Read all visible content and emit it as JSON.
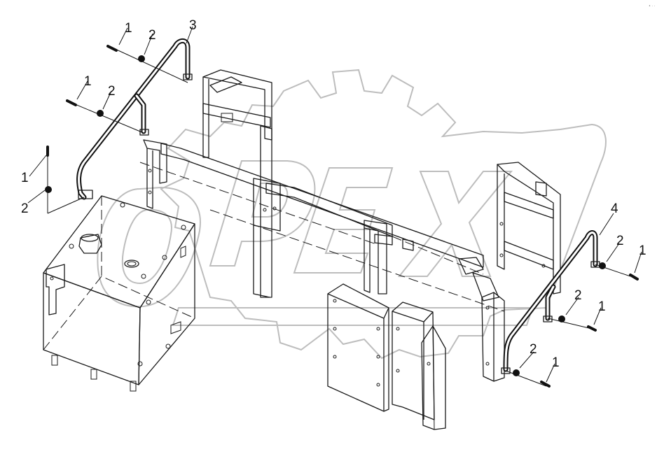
{
  "watermark": {
    "text": "OPEX",
    "color": "#bdbdbd"
  },
  "callouts": [
    "1",
    "2",
    "3",
    "1",
    "2",
    "1",
    "2",
    "4",
    "2",
    "1",
    "2",
    "1",
    "2",
    "1"
  ],
  "corner_mark": "• · ·",
  "colors": {
    "line": "#1a1a1a",
    "background": "#ffffff"
  }
}
